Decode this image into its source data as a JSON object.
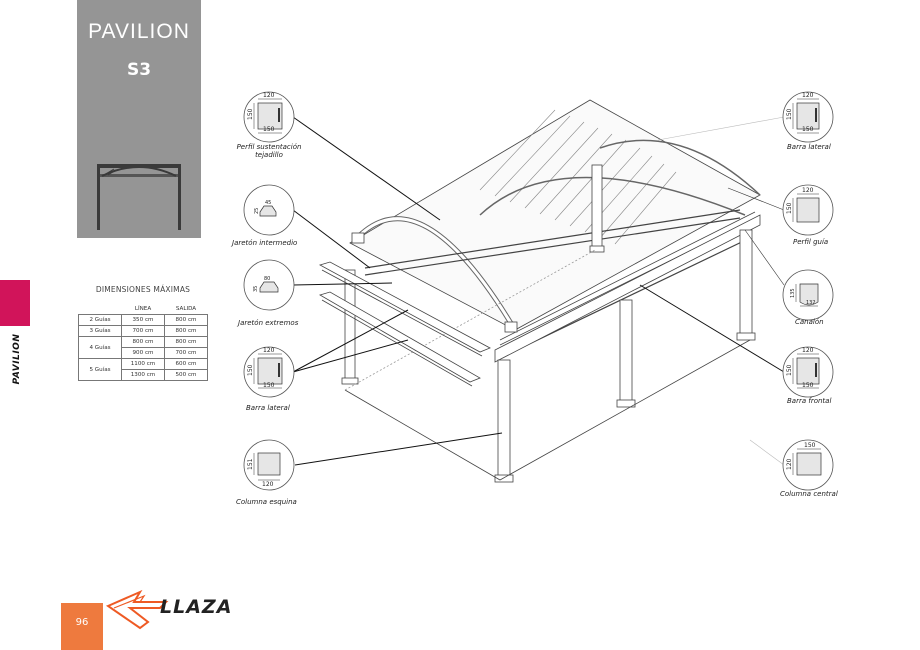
{
  "header": {
    "brand": "PAVILION",
    "model": "S3"
  },
  "side": {
    "section_label": "PAVILION",
    "accent_color": "#d1145a"
  },
  "dimensions": {
    "title": "DIMENSIONES MÁXIMAS",
    "col_linea": "LÍNEA",
    "col_salida": "SALIDA",
    "rows": [
      {
        "guias": "2 Guías",
        "linea": "350 cm",
        "salida": "800 cm"
      },
      {
        "guias": "3 Guías",
        "linea": "700 cm",
        "salida": "800 cm"
      },
      {
        "guias": "4 Guías",
        "linea": "800 cm",
        "salida": "800 cm"
      },
      {
        "guias": "",
        "linea": "900 cm",
        "salida": "700 cm"
      },
      {
        "guias": "5 Guías",
        "linea": "1100 cm",
        "salida": "600 cm"
      },
      {
        "guias": "",
        "linea": "1300 cm",
        "salida": "500 cm"
      }
    ]
  },
  "callouts": {
    "perfil_sustentacion": {
      "label_line1": "Perfil sustentación",
      "label_line2": "tejadillo",
      "w": "120",
      "h": "150",
      "b": "150"
    },
    "jareton_intermedio": {
      "label": "Jaretón intermedio",
      "w": "45",
      "h": "25"
    },
    "jareton_extremos": {
      "label": "Jaretón extremos",
      "w": "80",
      "h": "35"
    },
    "barra_lateral_left": {
      "label": "Barra lateral",
      "w": "120",
      "h": "150",
      "b": "150"
    },
    "columna_esquina": {
      "label": "Columna esquina",
      "h": "151",
      "b": "120"
    },
    "barra_lateral_right": {
      "label": "Barra lateral",
      "w": "120",
      "h": "150",
      "b": "150"
    },
    "perfil_guia": {
      "label": "Perfil guía",
      "w": "120",
      "h": "150"
    },
    "canalon": {
      "label": "Canalón",
      "h": "135",
      "b": "132"
    },
    "barra_frontal": {
      "label": "Barra frontal",
      "w": "120",
      "h": "150",
      "b": "150"
    },
    "columna_central": {
      "label": "Columna central",
      "w": "150",
      "h": "120"
    }
  },
  "footer": {
    "page_number": "96",
    "logo_text": "LLAZA",
    "page_color": "#ee7a3e"
  }
}
